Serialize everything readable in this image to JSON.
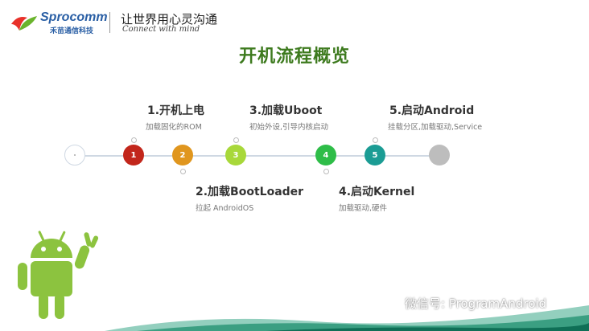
{
  "header": {
    "brand": "Sprocomm",
    "brand_sub": "禾苗通信科技",
    "slogan": "让世界用心灵沟通",
    "slogan_en": "Connect with mind"
  },
  "title": "开机流程概览",
  "steps": [
    {
      "num": "1",
      "title": "1.开机上电",
      "desc": "加载固化的ROM",
      "color": "#c2261b"
    },
    {
      "num": "2",
      "title": "2.加载BootLoader",
      "desc": "拉起 AndroidOS",
      "color": "#e0961e"
    },
    {
      "num": "3",
      "title": "3.加载Uboot",
      "desc": "初始外设,引导内核启动",
      "color": "#a8d83a"
    },
    {
      "num": "4",
      "title": "4.启动Kernel",
      "desc": "加载驱动,硬件",
      "color": "#2ebd48"
    },
    {
      "num": "5",
      "title": "5.启动Android",
      "desc": "挂载分区,加载驱动,Service",
      "color": "#1b9c94"
    }
  ],
  "end_color": "#bdbdbd",
  "watermark": "微信号: ProgramAndroid"
}
